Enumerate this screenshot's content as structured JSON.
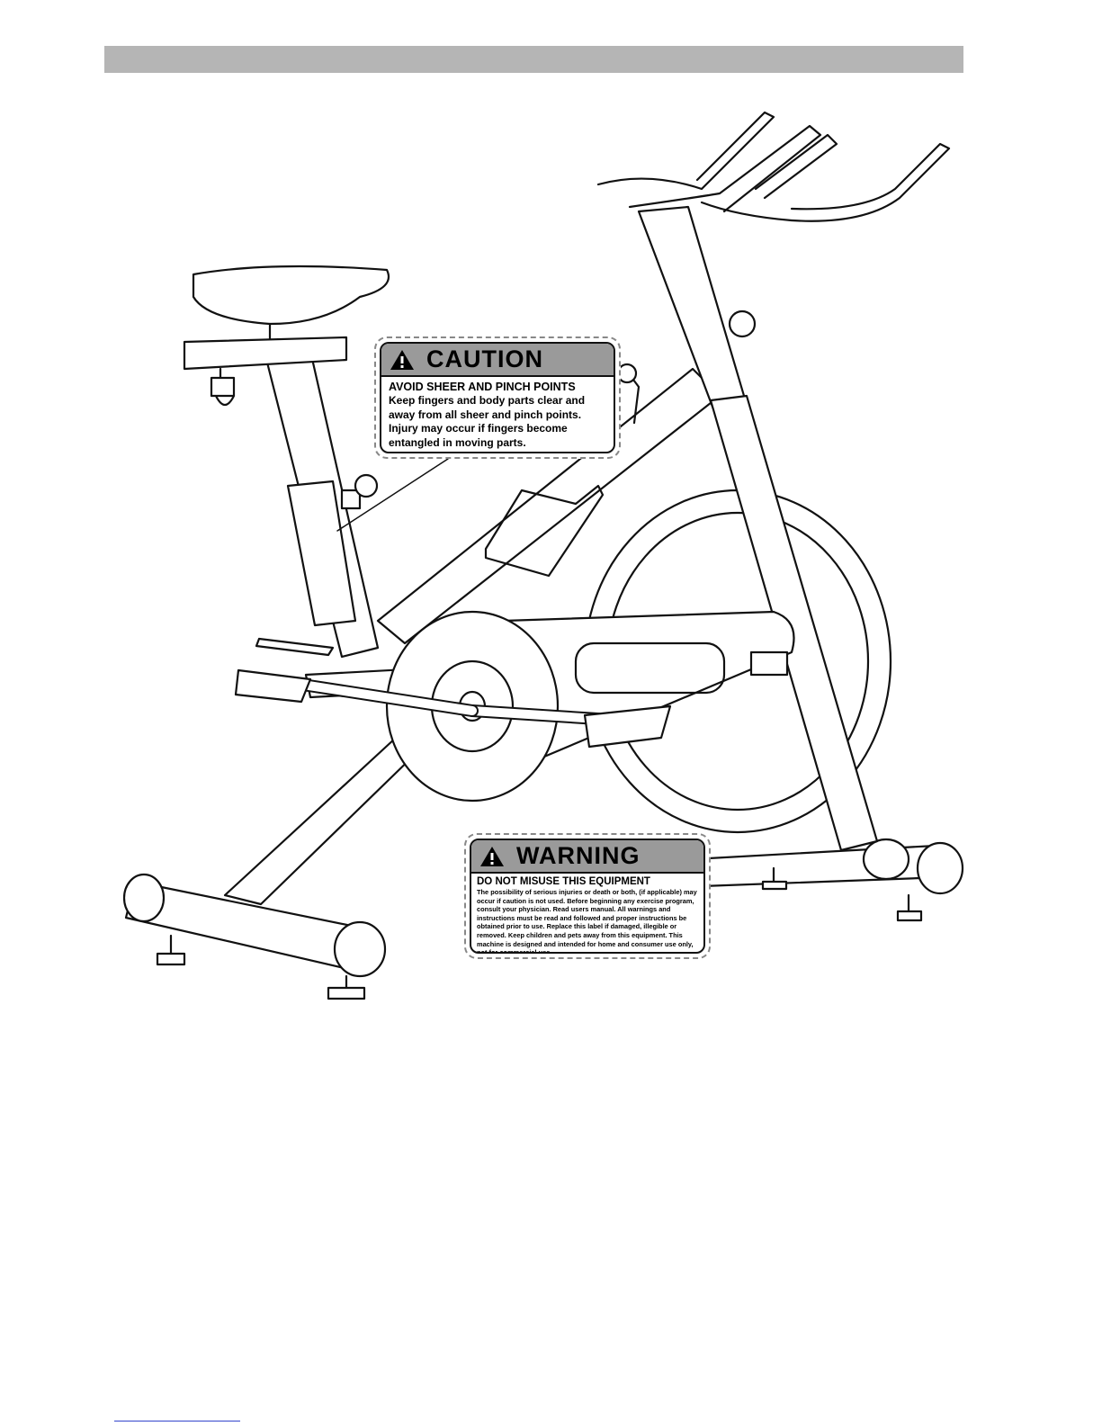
{
  "caution_label": {
    "heading": "CAUTION",
    "subheading": "AVOID SHEER AND PINCH POINTS",
    "body": "Keep fingers and body parts clear and away from all sheer and pinch points. Injury may occur if fingers become entangled in moving parts."
  },
  "warning_label": {
    "heading": "WARNING",
    "subheading": "DO NOT MISUSE THIS EQUIPMENT",
    "body": "The possibility of serious injuries or death or both, (if applicable) may occur if caution is not used. Before beginning any exercise program, consult your physician. Read users manual. All warnings and instructions must be read and followed and proper instructions be obtained prior to use. Replace this label if damaged, illegible or removed. Keep children and pets away from this equipment. This machine is designed and intended for home and consumer use only, not for commercial use."
  },
  "icons": [
    "warning-triangle-icon",
    "exercise-bike-illustration"
  ],
  "colors": {
    "header_bar": "#b5b5b5",
    "label_header": "#9a9a9a",
    "line": "#111111"
  }
}
